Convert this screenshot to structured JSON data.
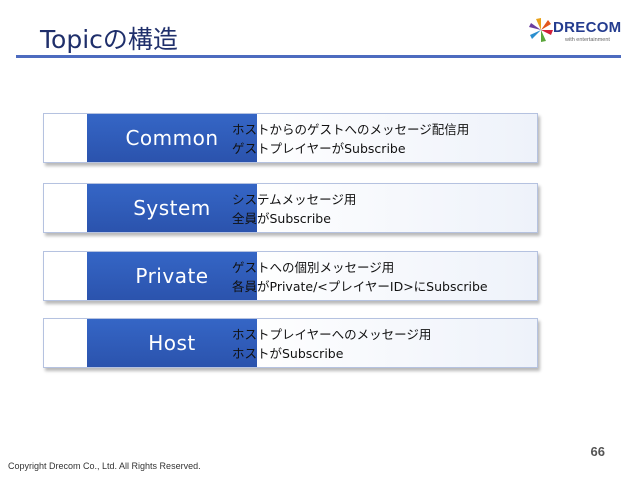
{
  "slide": {
    "title": "Topicの構造",
    "logo_text": "DRECOM",
    "logo_tagline": "with entertainment",
    "page_number": "66",
    "copyright": "Copyright Drecom Co., Ltd. All Rights Reserved."
  },
  "topics": [
    {
      "label": "Common",
      "line1": "ホストからのゲストへのメッセージ配信用",
      "line2": "ゲストプレイヤーがSubscribe"
    },
    {
      "label": "System",
      "line1": "システムメッセージ用",
      "line2": "全員がSubscribe"
    },
    {
      "label": "Private",
      "line1": "ゲストへの個別メッセージ用",
      "line2": "各員がPrivate/<プレイヤーID>にSubscribe"
    },
    {
      "label": "Host",
      "line1": "ホストプレイヤーへのメッセージ用",
      "line2": "ホストがSubscribe"
    }
  ],
  "colors": {
    "label_fill": "#3566c6",
    "title_rule": "#4d6bbf",
    "title_text": "#1f2f6b"
  }
}
